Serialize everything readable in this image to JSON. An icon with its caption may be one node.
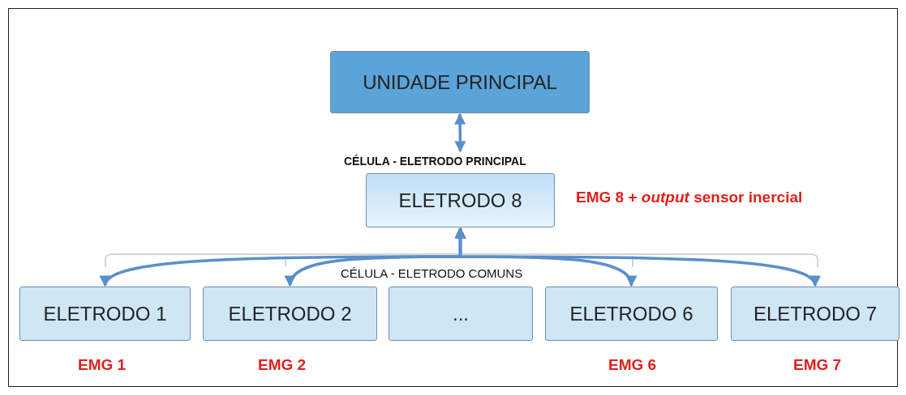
{
  "diagram": {
    "nodes": [
      {
        "text": [
          "UNIDADE PRINCIPAL"
        ]
      },
      {
        "text": [
          "ELETRODO 8"
        ],
        "beside": [
          "EMG 8 + *output* sensor inercial"
        ]
      },
      {
        "text": [
          "ELETRODO 1"
        ],
        "beside": [
          "EMG 1"
        ]
      },
      {
        "text": [
          "ELETRODO 2"
        ],
        "beside": [
          "EMG 2"
        ]
      },
      {
        "text": [
          "..."
        ]
      },
      {
        "text": [
          "ELETRODO 6"
        ],
        "beside": [
          "EMG 6"
        ]
      },
      {
        "text": [
          "ELETRODO 7"
        ],
        "beside": [
          "EMG 7"
        ]
      }
    ],
    "edges": [
      {
        "from": 0,
        "to": 1,
        "arrow": "both"
      },
      {
        "from": 1,
        "to": 2,
        "arrow": "both"
      },
      {
        "from": 1,
        "to": 3,
        "arrow": "both"
      },
      {
        "from": 1,
        "to": 5,
        "arrow": "both"
      },
      {
        "from": 1,
        "to": 6,
        "arrow": "both"
      }
    ],
    "labels": [
      "CÉLULA - ELETRODO PRINCIPAL",
      "CÉLULA - ELETRODO COMUNS"
    ]
  }
}
